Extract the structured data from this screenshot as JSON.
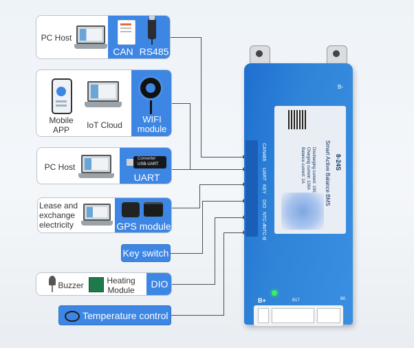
{
  "panels": {
    "pc_host_can": {
      "host_label": "PC Host",
      "can_label": "CAN",
      "rs485_label": "RS485"
    },
    "mobile_iot_wifi": {
      "mobile_label": "Mobile APP",
      "iot_label": "IoT Cloud",
      "wifi_label": "WIFI module"
    },
    "pc_host_uart": {
      "host_label": "PC Host",
      "uart_label": "UART",
      "usb_label": "USB-UART",
      "converter_label": "Converter"
    },
    "gps": {
      "lease_label": "Lease and exchange electricity",
      "gps_label": "GPS module"
    },
    "key_switch": {
      "label": "Key switch"
    },
    "dio": {
      "buzzer_label": "Buzzer",
      "heating_label": "Heating Module",
      "dio_label": "DIO"
    },
    "temperature": {
      "label": "Temperature control"
    }
  },
  "bms": {
    "title": "8-24S",
    "subtitle": "Smart Active Balance BMS",
    "spec1": "Discharging current: 100A",
    "spec2": "Charging current: 100A",
    "spec3": "Balance current: 1A",
    "ports": [
      "CAN485",
      "UART",
      "KEY",
      "DIO",
      "NTC-A",
      "NTC-B"
    ],
    "terminal_positive": "B+",
    "terminal_b17": "B17",
    "terminal_b0": "B0",
    "terminal_b_minus": "B-"
  },
  "colors": {
    "accent": "#3d86e4",
    "device": "#2f84d8",
    "line": "#4a4f55"
  }
}
